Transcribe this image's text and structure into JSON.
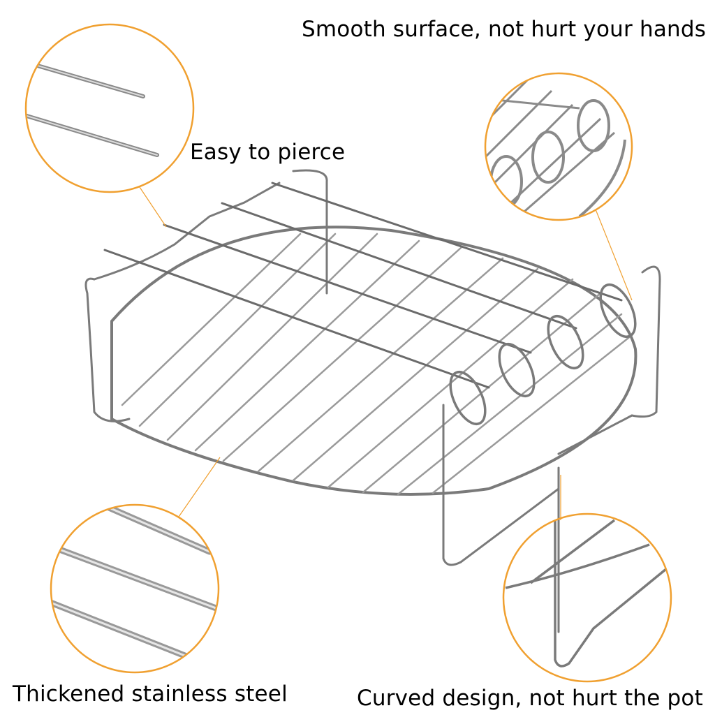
{
  "labels": {
    "top_right": "Smooth surface, not hurt your hands",
    "top_left": "Easy to pierce",
    "bottom_left": "Thickened stainless steel",
    "bottom_right": "Curved design, not hurt the pot"
  },
  "callouts": [
    {
      "id": "skewer-tips",
      "feature": "Easy to pierce"
    },
    {
      "id": "rings",
      "feature": "Smooth surface, not hurt your hands"
    },
    {
      "id": "wire",
      "feature": "Thickened stainless steel"
    },
    {
      "id": "legs",
      "feature": "Curved design, not hurt the pot"
    }
  ],
  "colors": {
    "accent_orange": "#F0A030",
    "steel_dark": "#6b6b6b",
    "steel_light": "#cfcfcf",
    "text": "#000000",
    "background": "#FFFFFF"
  }
}
